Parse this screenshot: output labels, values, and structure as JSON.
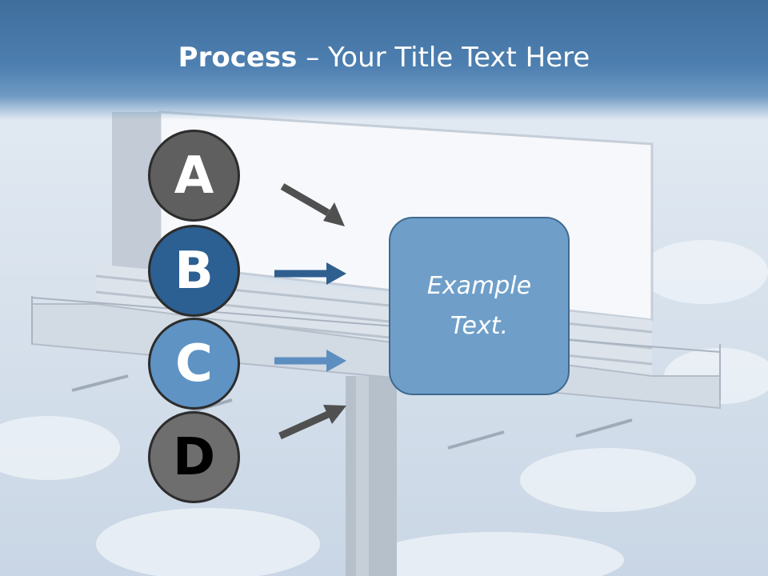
{
  "title": {
    "bold": "Process",
    "separator": " – ",
    "rest": "Your Title Text Here"
  },
  "steps": [
    {
      "letter": "A",
      "fill": "#5f5f5f",
      "text_color": "#ffffff",
      "arrow_color": "#505050"
    },
    {
      "letter": "B",
      "fill": "#2c5f92",
      "text_color": "#ffffff",
      "arrow_color": "#2f5f8f"
    },
    {
      "letter": "C",
      "fill": "#5f93c4",
      "text_color": "#ffffff",
      "arrow_color": "#5c8fc0"
    },
    {
      "letter": "D",
      "fill": "#6e6e6e",
      "text_color": "#000000",
      "arrow_color": "#505050"
    }
  ],
  "target": {
    "text": "Example Text."
  }
}
